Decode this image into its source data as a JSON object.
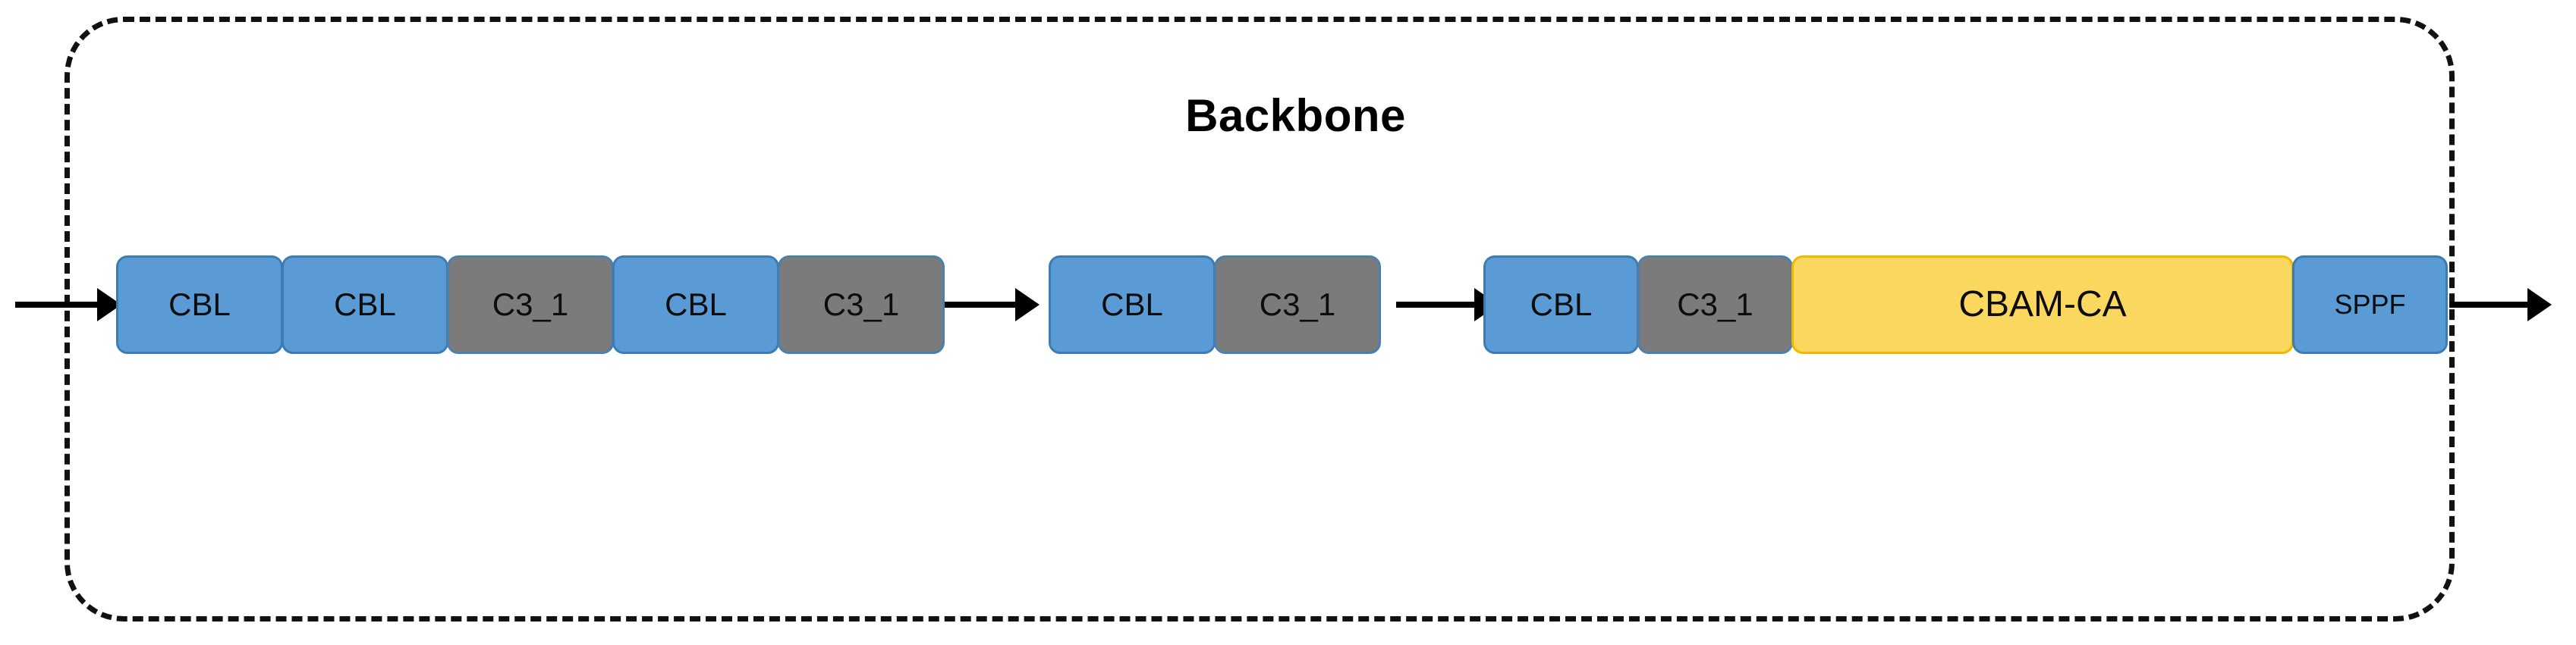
{
  "diagram": {
    "title": "Backbone",
    "colors": {
      "blue": "#5B9BD5",
      "blue_border": "#3b7cb5",
      "gray": "#7B7B7B",
      "gray_border": "#4a7fae",
      "yellow": "#FAD860",
      "yellow_border": "#f2b800",
      "outline": "#111111",
      "arrow": "#000000"
    },
    "groups": [
      {
        "name": "stage-1",
        "blocks": [
          {
            "label": "CBL",
            "type": "blue"
          },
          {
            "label": "CBL",
            "type": "blue"
          },
          {
            "label": "C3_1",
            "type": "gray"
          },
          {
            "label": "CBL",
            "type": "blue"
          },
          {
            "label": "C3_1",
            "type": "gray"
          }
        ]
      },
      {
        "name": "stage-2",
        "blocks": [
          {
            "label": "CBL",
            "type": "blue"
          },
          {
            "label": "C3_1",
            "type": "gray"
          }
        ]
      },
      {
        "name": "stage-3",
        "blocks": [
          {
            "label": "CBL",
            "type": "blue"
          },
          {
            "label": "C3_1",
            "type": "gray"
          },
          {
            "label": "CBAM-CA",
            "type": "yellow"
          },
          {
            "label": "SPPF",
            "type": "blue"
          }
        ]
      }
    ],
    "arrows": [
      {
        "name": "input-arrow",
        "from": "external",
        "to": "stage-1"
      },
      {
        "name": "stage1-to-stage2-arrow",
        "from": "stage-1",
        "to": "stage-2"
      },
      {
        "name": "stage2-to-stage3-arrow",
        "from": "stage-2",
        "to": "stage-3"
      },
      {
        "name": "output-arrow",
        "from": "stage-3",
        "to": "external"
      }
    ]
  }
}
